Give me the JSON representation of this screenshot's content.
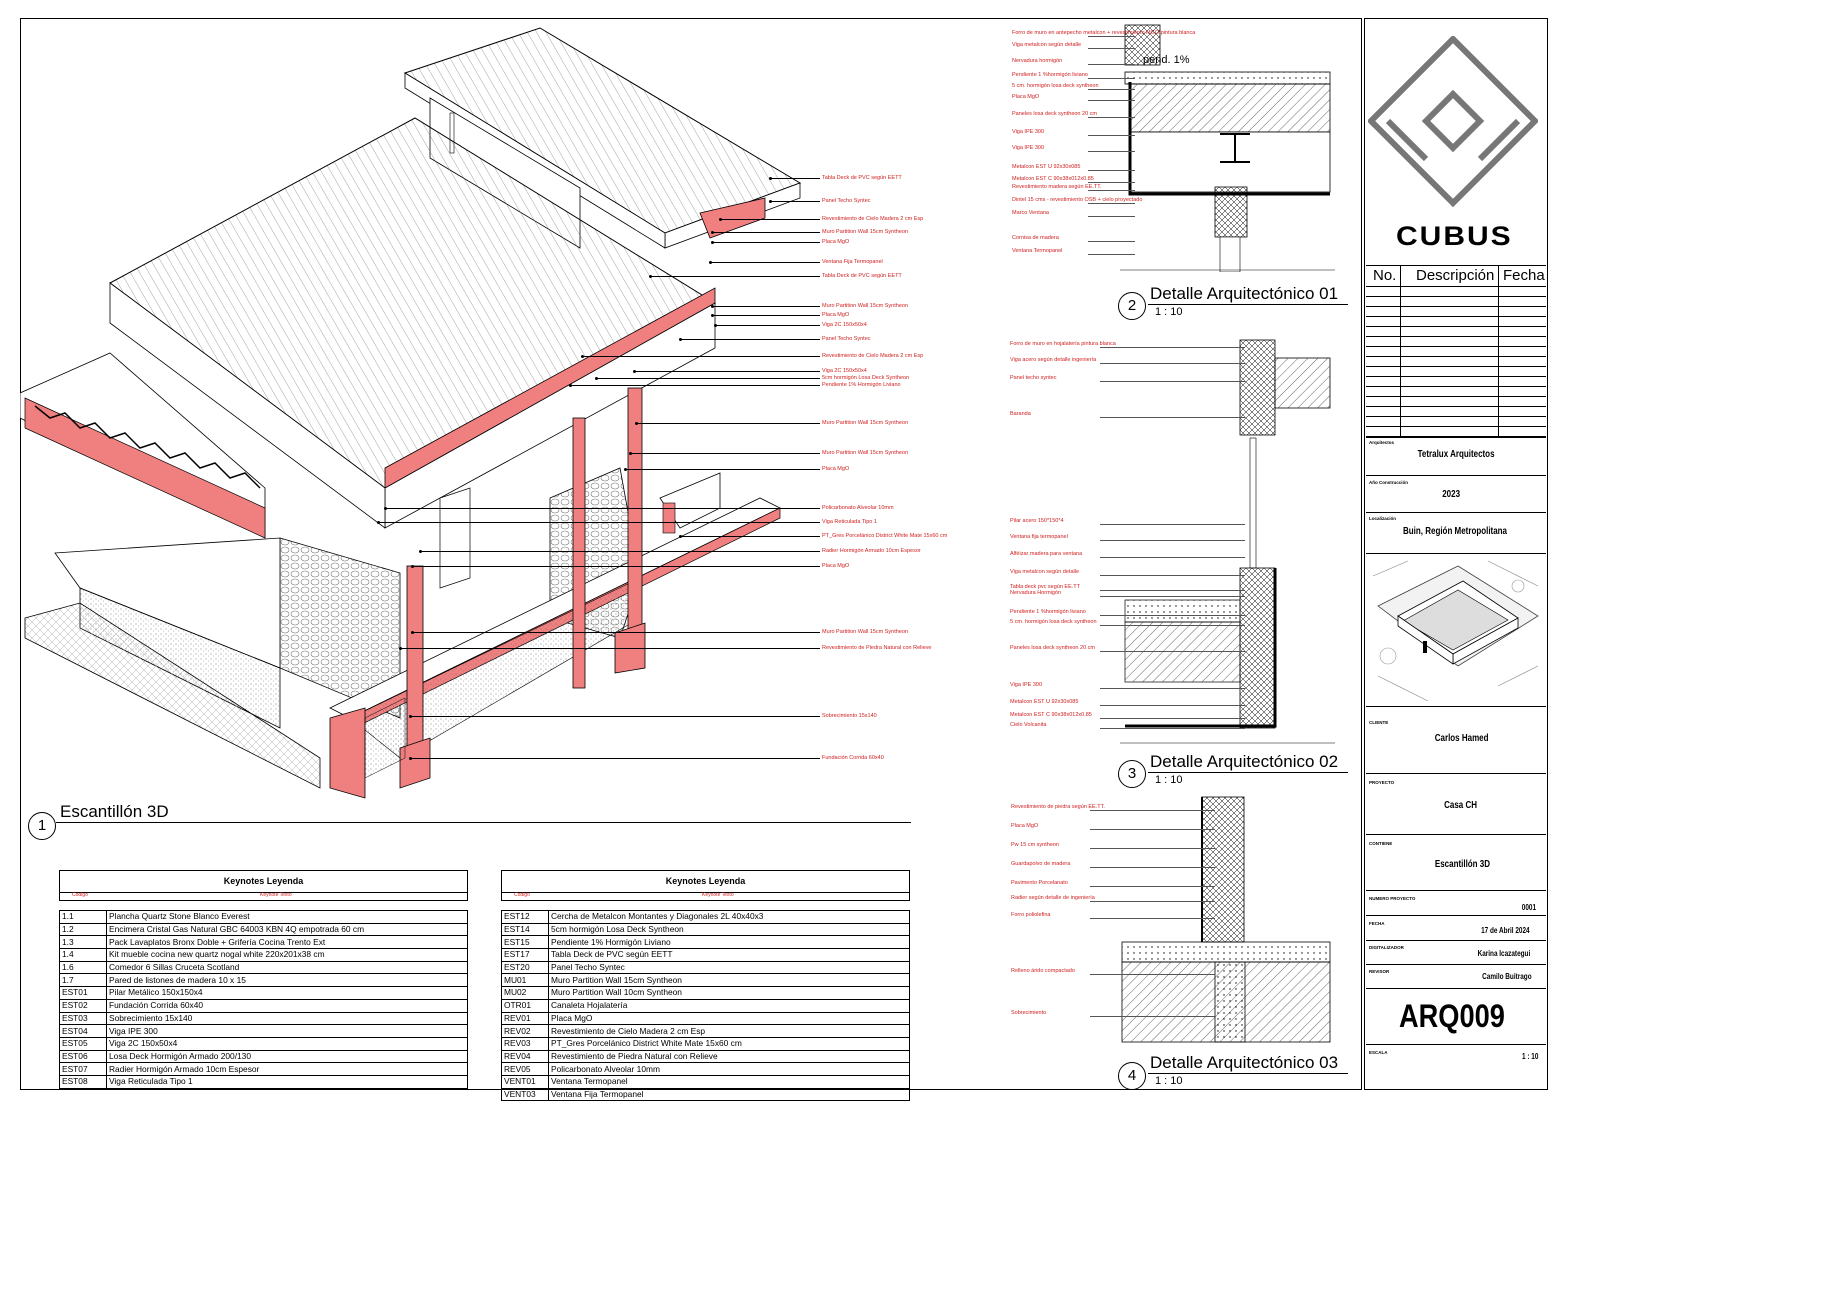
{
  "views": [
    {
      "number": "1",
      "title": "Escantillón 3D",
      "scale": ""
    },
    {
      "number": "2",
      "title": "Detalle Arquitectónico 01",
      "scale": "1 : 10"
    },
    {
      "number": "3",
      "title": "Detalle Arquitectónico 02",
      "scale": "1 : 10"
    },
    {
      "number": "4",
      "title": "Detalle Arquitectónico 03",
      "scale": "1 : 10"
    }
  ],
  "iso_callouts": [
    "Tabla Deck de PVC según EETT",
    "Panel Techo Syntec",
    "Revestimiento de Cielo Madera 2 cm Esp",
    "Muro Partition Wall 15cm Syntheon",
    "Placa MgO",
    "Ventana Fija Termopanel",
    "Tabla Deck de PVC según EETT",
    "Muro Partition Wall 15cm Syntheon",
    "Placa MgO",
    "Viga 2C 150x50x4",
    "Panel Techo Syntec",
    "Revestimiento de Cielo Madera 2 cm Esp",
    "Viga 2C 150x50x4",
    "5cm hormigón Losa Deck Syntheon",
    "Pendiente 1% Hormigón Liviano",
    "Muro Partition Wall 15cm Syntheon",
    "Muro Partition Wall 15cm Syntheon",
    "Placa MgO",
    "Policarbonato Alveolar 10mm",
    "Viga Reticulada Tipo 1",
    "PT_Gres Porcelánico District White Mate 15x60 cm",
    "Radier Hormigón Armado 10cm Espesor",
    "Placa MgO",
    "Muro Partition Wall 15cm Syntheon",
    "Revestimiento de Piedra Natural con Relieve",
    "Sobrecimiento 15x140",
    "Fundación Corrida 60x40"
  ],
  "detail1_callouts": [
    "Forro de muro en antepecho metalcon + revestimiento MGO pintura blanca",
    "Viga metalcon según detalle",
    "Nervadura hormigón",
    "Pendiente 1 %hormigón liviano",
    "5 cm. hormigón losa deck syntheon",
    "Placa MgO",
    "Paneles losa deck syntheon 20 cm",
    "Viga IPE 300",
    "Viga IPE 300",
    "Metalcon EST U 92x30x085",
    "Metalcon EST C 90x38x012x0.85",
    "Revestimiento madera según EE.TT.",
    "Dintel 15 cms - revestimiento OSB + cielo proyectado",
    "Marco Ventana",
    "Cornisa de madera",
    "Ventana Termopanel"
  ],
  "detail1_note": "pend. 1%",
  "detail2_callouts": [
    "Forro de muro en hojalatería pintura blanca",
    "Viga acero según detalle ingeniería",
    "Panel techo syntec",
    "Baranda",
    "Pilar acero 150*150*4",
    "Ventana fija termopanel",
    "Alféizar madera para ventana",
    "Viga metalcon según detalle",
    "Tabla deck pvc según EE.TT",
    "Nervadura Hormigón",
    "Pendiente 1 %hormigón liviano",
    "5 cm. hormigón losa deck syntheon",
    "Paneles losa deck syntheon 20 cm",
    "Viga IPE 300",
    "Metalcon EST U 92x30x085",
    "Metalcon EST C 90x38x012x0.85",
    "Cielo Volcanita"
  ],
  "detail3_callouts": [
    "Revestimiento de piedra según EE.TT.",
    "Placa MgO",
    "Pw 15 cm syntheon",
    "Guardapolvo de madera",
    "Pavimento Porcelanato",
    "Radier según detalle de ingeniería",
    "Forro poliolefina",
    "Relleno árido compactado",
    "Sobrecimiento"
  ],
  "keynotes": {
    "title": "Keynotes Leyenda",
    "col_code": "Codigo",
    "col_text": "Keynote Texto",
    "left": [
      [
        "1.1",
        "Plancha Quartz Stone Blanco Everest"
      ],
      [
        "1.2",
        "Encimera Cristal Gas Natural GBC 64003 KBN 4Q empotrada 60 cm"
      ],
      [
        "1.3",
        "Pack Lavaplatos Bronx Doble + Grifería Cocina Trento Ext"
      ],
      [
        "1.4",
        "Kit mueble cocina new quartz nogal white 220x201x38 cm"
      ],
      [
        "1.6",
        "Comedor 6 Sillas Cruceta Scotland"
      ],
      [
        "1.7",
        "Pared de listones de madera 10 x 15"
      ],
      [
        "EST01",
        "Pilar Metálico 150x150x4"
      ],
      [
        "EST02",
        "Fundación Corrida 60x40"
      ],
      [
        "EST03",
        "Sobrecimiento 15x140"
      ],
      [
        "EST04",
        "Viga IPE 300"
      ],
      [
        "EST05",
        "Viga 2C 150x50x4"
      ],
      [
        "EST06",
        "Losa Deck Hormigón Armado 200/130"
      ],
      [
        "EST07",
        "Radier Hormigón Armado 10cm Espesor"
      ],
      [
        "EST08",
        "Viga Reticulada Tipo 1"
      ]
    ],
    "right": [
      [
        "EST12",
        "Cercha de Metalcon Montantes y Diagonales 2L 40x40x3"
      ],
      [
        "EST14",
        "5cm hormigón Losa Deck Syntheon"
      ],
      [
        "EST15",
        "Pendiente 1% Hormigón Liviano"
      ],
      [
        "EST17",
        "Tabla Deck de PVC según EETT"
      ],
      [
        "EST20",
        "Panel Techo Syntec"
      ],
      [
        "MU01",
        "Muro Partition Wall 15cm Syntheon"
      ],
      [
        "MU02",
        "Muro Partition Wall 10cm Syntheon"
      ],
      [
        "OTR01",
        "Canaleta Hojalatería"
      ],
      [
        "REV01",
        "Placa MgO"
      ],
      [
        "REV02",
        "Revestimiento de Cielo Madera 2 cm Esp"
      ],
      [
        "REV03",
        "PT_Gres Porcelánico District White Mate 15x60 cm"
      ],
      [
        "REV04",
        "Revestimiento de Piedra Natural con Relieve"
      ],
      [
        "REV05",
        "Policarbonato Alveolar 10mm"
      ],
      [
        "VENT01",
        "Ventana Termopanel"
      ],
      [
        "VENT03",
        "Ventana Fija Termopanel"
      ]
    ]
  },
  "title_block": {
    "logo_text": "CUBUS",
    "revisions_head": {
      "no": "No.",
      "desc": "Descripción",
      "date": "Fecha"
    },
    "architects_label": "Arquitectos",
    "architects": "Tetralux Arquitectos",
    "year_label": "Año Construcción",
    "year": "2023",
    "location_label": "Localización",
    "location": "Buin, Región Metropolitana",
    "client_label": "CLIENTE",
    "client": "Carlos Hamed",
    "project_label": "PROYECTO",
    "project": "Casa CH",
    "contents_label": "CONTIENE",
    "contents": "Escantillón 3D",
    "project_number_label": "NUMERO PROYECTO",
    "project_number": "0001",
    "date_label": "FECHA",
    "date": "17 de Abril 2024",
    "digitizer_label": "DIGITALIZADOR",
    "digitizer": "Karina Icazategui",
    "reviewer_label": "REVISOR",
    "reviewer": "Camilo Buitrago",
    "sheet": "ARQ009",
    "scale_label": "ESCALA",
    "scale": "1 : 10"
  },
  "colors": {
    "accent": "#f08080",
    "callout": "#d02020",
    "line": "#000000"
  }
}
